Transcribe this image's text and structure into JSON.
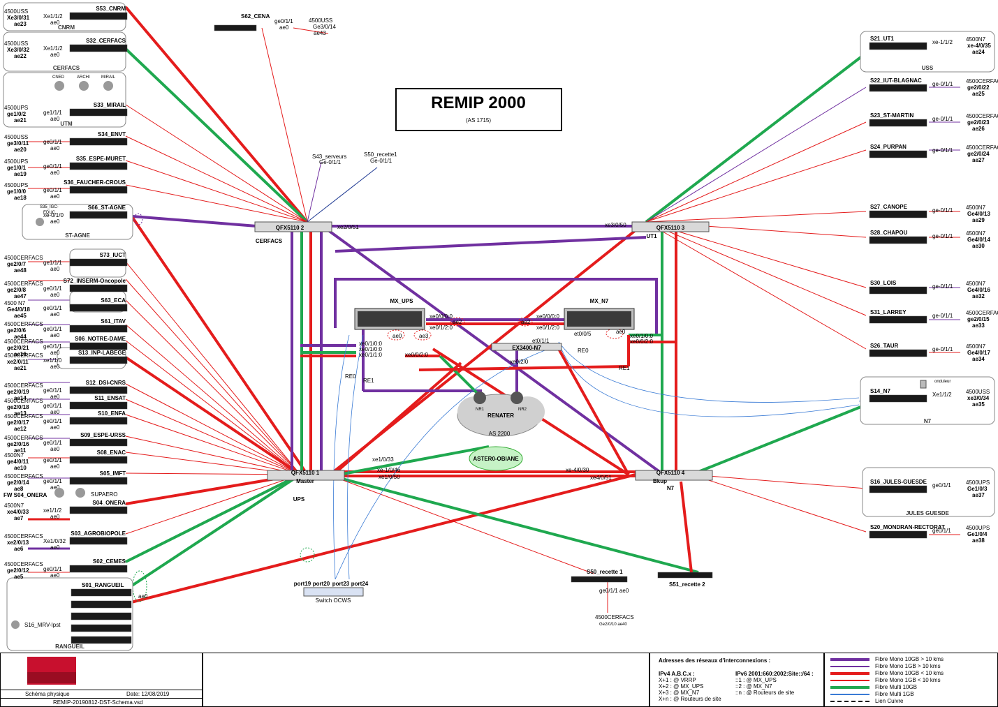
{
  "title": "REMIP 2000",
  "subtitle": "(AS 1715)",
  "core": {
    "qfx2": "QFX5110 2",
    "qfx2_site": "CERFACS",
    "qfx3": "QFX5110 3",
    "qfx3_site": "UT1",
    "qfx1": "QFX5110 1",
    "qfx1_role": "Master",
    "qfx1_site": "UPS",
    "qfx4": "QFX5110 4",
    "qfx4_role": "Bkup",
    "qfx4_site": "N7",
    "mx_ups": "MX_UPS",
    "mx_n7": "MX_N7",
    "ex3400": "EX3400-N7",
    "renater": "RENATER",
    "renater_as": "AS 2200",
    "nr1": "NR1",
    "nr2": "NR2",
    "asteroiane": "ASTER0-OBIANE",
    "switch_ocws": "Switch OCWS",
    "port19": "port19",
    "port20": "port20",
    "port23": "port23",
    "port24": "port24"
  },
  "left_sites": [
    {
      "name": "S53_CNRM",
      "group": "CNRM",
      "peer": "4500USS",
      "peer_if": "Xe3/0/31",
      "peer_ae": "ae23",
      "if": "Xe1/1/2",
      "ae": "ae0"
    },
    {
      "name": "S32_CERFACS",
      "group": "CERFACS",
      "peer": "4500USS",
      "peer_if": "Xe3/0/32",
      "peer_ae": "ae22",
      "if": "Xe1/1/2",
      "ae": "ae0"
    },
    {
      "name": "S33_MIRAIL",
      "group": "UTM",
      "peer": "4500UPS",
      "peer_if": "ge1/0/2",
      "peer_ae": "ae21",
      "if": "ge1/1/1",
      "ae": "ae0"
    },
    {
      "name": "S34_ENVT",
      "group": "",
      "peer": "4500USS",
      "peer_if": "ge3/0/11",
      "peer_ae": "ae20",
      "if": "ge0/1/1",
      "ae": "ae0"
    },
    {
      "name": "S35_ESPE-MURET",
      "group": "",
      "peer": "4500UPS",
      "peer_if": "ge1/0/1",
      "peer_ae": "ae19",
      "if": "ge0/1/1",
      "ae": "ae0"
    },
    {
      "name": "S36_FAUCHER-CROUS",
      "group": "",
      "peer": "4500UPS",
      "peer_if": "ge1/0/0",
      "peer_ae": "ae18",
      "if": "ge0/1/1",
      "ae": "ae0"
    },
    {
      "name": "S66_ST-AGNE",
      "group": "ST-AGNE",
      "peer": "",
      "peer_if": "",
      "peer_ae": "",
      "if": "xe-0/1/0",
      "ae": "ae0"
    },
    {
      "name": "S73_IUCT",
      "group": "",
      "peer": "4500CERFACS",
      "peer_if": "ge2/0/7",
      "peer_ae": "ae48",
      "if": "ge1/1/1",
      "ae": "ae0"
    },
    {
      "name": "S72_INSERM-Oncopole",
      "group": "",
      "peer": "4500CERFACS",
      "peer_if": "ge2/0/8",
      "peer_ae": "ae47",
      "if": "ge0/1/1",
      "ae": "ae0"
    },
    {
      "name": "S63_ECA",
      "group": "",
      "peer": "4500 N7",
      "peer_if": "Ge4/0/18",
      "peer_ae": "ae45",
      "if": "ge0/1/1",
      "ae": "ae0"
    },
    {
      "name": "S61_ITAV",
      "group": "",
      "peer": "4500CERFACS",
      "peer_if": "ge2/0/6",
      "peer_ae": "ae44",
      "if": "ge0/1/1",
      "ae": "ae0"
    },
    {
      "name": "S06_NOTRE-DAME",
      "group": "",
      "peer": "4500CERFACS",
      "peer_if": "ge2/0/21",
      "peer_ae": "ae16",
      "if": "ge0/1/1",
      "ae": "ae0"
    },
    {
      "name": "S13_INP-LABEGE",
      "group": "",
      "peer": "4500CERFACS",
      "peer_if": "xe2/0/11",
      "peer_ae": "ae21",
      "if": "xe1/1/0",
      "ae": "ae0"
    },
    {
      "name": "S12_DSI-CNRS",
      "group": "",
      "peer": "4500CERFACS",
      "peer_if": "ge2/0/19",
      "peer_ae": "ae14",
      "if": "ge0/1/1",
      "ae": "ae0"
    },
    {
      "name": "S11_ENSAT",
      "group": "",
      "peer": "4500CERFACS",
      "peer_if": "ge2/0/18",
      "peer_ae": "ae13",
      "if": "ge0/1/1",
      "ae": "ae0"
    },
    {
      "name": "S10_ENFA",
      "group": "",
      "peer": "4500CERFACS",
      "peer_if": "ge2/0/17",
      "peer_ae": "ae12",
      "if": "ge0/1/1",
      "ae": "ae0"
    },
    {
      "name": "S09_ESPE-URSS",
      "group": "",
      "peer": "4500CERFACS",
      "peer_if": "ge2/0/16",
      "peer_ae": "ae11",
      "if": "ge0/1/1",
      "ae": "ae0"
    },
    {
      "name": "S08_ENAC",
      "group": "",
      "peer": "4500N7",
      "peer_if": "ge4/0/11",
      "peer_ae": "ae10",
      "if": "ge0/1/1",
      "ae": "ae0"
    },
    {
      "name": "S05_IMFT",
      "group": "",
      "peer": "4500CERFACS",
      "peer_if": "ge2/0/14",
      "peer_ae": "ae8",
      "if": "ge0/1/1",
      "ae": "ae0"
    },
    {
      "name": "S04_ONERA",
      "group": "",
      "peer": "4500N7",
      "peer_if": "xe4/0/33",
      "peer_ae": "ae7",
      "if": "xe1/1/2",
      "ae": "ae0"
    },
    {
      "name": "S03_AGROBIOPOLE",
      "group": "",
      "peer": "4500CERFACS",
      "peer_if": "xe2/0/13",
      "peer_ae": "ae6",
      "if": "Xe1/0/32",
      "ae": "ae0"
    },
    {
      "name": "S02_CEMES",
      "group": "",
      "peer": "4500CERFACS",
      "peer_if": "ge2/0/12",
      "peer_ae": "ae5",
      "if": "ge0/1/1",
      "ae": "ae0"
    },
    {
      "name": "S01_RANGUEIL",
      "group": "RANGUEIL",
      "peer": "",
      "peer_if": "",
      "peer_ae": "",
      "if": "",
      "ae": "ae0"
    }
  ],
  "right_sites": [
    {
      "name": "S21_UT1",
      "group": "USS",
      "peer": "4500N7",
      "peer_if": "xe-4/0/35",
      "peer_ae": "ae24",
      "if": "xe-1/1/2"
    },
    {
      "name": "S22_IUT-BLAGNAC",
      "group": "",
      "peer": "4500CERFACS",
      "peer_if": "ge2/0/22",
      "peer_ae": "ae25",
      "if": "ge-0/1/1"
    },
    {
      "name": "S23_ST-MARTIN",
      "group": "",
      "peer": "4500CERFACS",
      "peer_if": "ge2/0/23",
      "peer_ae": "ae26",
      "if": "ge-0/1/1"
    },
    {
      "name": "S24_PURPAN",
      "group": "",
      "peer": "4500CERFACS",
      "peer_if": "ge2/0/24",
      "peer_ae": "ae27",
      "if": "ge-0/1/1"
    },
    {
      "name": "S27_CANOPE",
      "group": "",
      "peer": "4500N7",
      "peer_if": "Ge4/0/13",
      "peer_ae": "ae29",
      "if": "ge-0/1/1"
    },
    {
      "name": "S28_CHAPOU",
      "group": "",
      "peer": "4500N7",
      "peer_if": "Ge4/0/14",
      "peer_ae": "ae30",
      "if": "ge-0/1/1"
    },
    {
      "name": "S30_LOIS",
      "group": "",
      "peer": "4500N7",
      "peer_if": "Ge4/0/16",
      "peer_ae": "ae32",
      "if": "ge-0/1/1"
    },
    {
      "name": "S31_LARREY",
      "group": "",
      "peer": "4500CERFACS",
      "peer_if": "ge2/0/15",
      "peer_ae": "ae33",
      "if": "ge-0/1/1"
    },
    {
      "name": "S26_TAUR",
      "group": "",
      "peer": "4500N7",
      "peer_if": "Ge4/0/17",
      "peer_ae": "ae34",
      "if": "ge-0/1/1"
    },
    {
      "name": "S14_N7",
      "group": "N7",
      "peer": "4500USS",
      "peer_if": "xe3/0/34",
      "peer_ae": "ae35",
      "if": "Xe1/1/2"
    },
    {
      "name": "S16_JULES-GUESDE",
      "group": "JULES GUESDE",
      "peer": "4500UPS",
      "peer_if": "Ge1/0/3",
      "peer_ae": "ae37",
      "if": "ge0/1/1"
    },
    {
      "name": "S20_MONDRAN-RECTORAT",
      "group": "",
      "peer": "4500UPS",
      "peer_if": "Ge1/0/4",
      "peer_ae": "ae38",
      "if": "ge0/1/1"
    }
  ],
  "misc": {
    "s62": "S62_CENA",
    "s62_if": "ge0/1/1",
    "s62_ae": "ae0",
    "s62_peer": "4500USS",
    "s62_peer_if": "Ge3/0/14",
    "s62_peer_ae": "ae43",
    "s43": "S43_serveurs",
    "s43_if": "Ge-0/1/1",
    "s50r": "S50_recette1",
    "s50r_if": "Ge-0/1/1",
    "s50": "S50_recette 1",
    "s50_if": "ge0/1/1 ae0",
    "s50_peer": "4500CERFACS",
    "s50_peer_if": "Ge2/0/10 ae40",
    "s51": "S51_recette 2",
    "s16mrv": "S16_MRV-Ipst",
    "fw_onera": "FW S04_ONERA",
    "supaero": "SUPAERO",
    "cned": "CNED",
    "archi": "ARCHI",
    "mirail": "MIRAIL",
    "s35igc": "S35_IGC-",
    "educ": "EDUC",
    "onduleur": "onduleur"
  },
  "footer": {
    "schema": "Schéma physique",
    "date": "Date: 12/08/2019",
    "file": "REMIP-20190812-DST-Schema.vsd",
    "addr_title": "Adresses des réseaux d'interconnexions :",
    "ipv4_title": "IPv4 A.B.C.x :",
    "ipv4_1": "X+1 : @ VRRP",
    "ipv4_2": "X+2 : @ MX_UPS",
    "ipv4_3": "X+3 : @ MX_N7",
    "ipv4_n": "X+n : @ Routeurs de site",
    "ipv6_title": "IPv6 2001:660:2002:Site::/64 :",
    "ipv6_1": "::1 : @ MX_UPS",
    "ipv6_2": "::2 : @ MX_N7",
    "ipv6_n": "::n : @ Routeurs de site",
    "legend": [
      {
        "label": "Fibre Mono 10GB > 10 kms",
        "color": "#7030a0"
      },
      {
        "label": "Fibre Mono 1GB > 10 kms",
        "color": "#7030a0"
      },
      {
        "label": "Fibre Mono 10GB < 10 kms",
        "color": "#e41c1c"
      },
      {
        "label": "Fibre Mono 1GB < 10 kms",
        "color": "#e41c1c"
      },
      {
        "label": "Fibre Multi 10GB",
        "color": "#1fa84f"
      },
      {
        "label": "Fibre Multi 1GB",
        "color": "#3a7bd5"
      },
      {
        "label": "Lien Cuivre",
        "color": "#000000"
      }
    ]
  },
  "labels": {
    "xe2_0_51": "xe2/0/51",
    "xe3_0_50": "xe3/0/50",
    "xe1_0_50": "xe1/0/50",
    "xe4_0_51": "xe4/0/51",
    "xe_1_0_46": "xe-1/0/46",
    "xe_4_0_30": "xe-4/0/30",
    "xe1_0_33": "xe1/0/33",
    "xe0_0_0": "xe0/0/0:0",
    "xe0_1_2": "xe0/1/2:0",
    "xe0_0_0b": "xe0/0/0:0",
    "xe0_1_2b": "xe0/1/2:0",
    "xe0_1_0": "xe0/1/0:0",
    "xe0_1_0b": "xe0/1/0:0",
    "xe0_0_2": "xe0/0/2:0",
    "xe0_0_2b": "xe0/0/2:0",
    "xe0_1_1": "xe0/1/1:0",
    "xe1_0_0": "xe0/1/0:0",
    "et0_0_5": "et0/0/5",
    "et0_1_1": "et0/1/1",
    "xe0_2_0": "xe0/2/0",
    "ae2": "ae2",
    "ae2b": "ae2",
    "ae0": "ae0",
    "ae3": "ae3",
    "ae0b": "ae0",
    "re0": "RE0",
    "re1": "RE1",
    "re0b": "RE0",
    "re1b": "RE1"
  }
}
